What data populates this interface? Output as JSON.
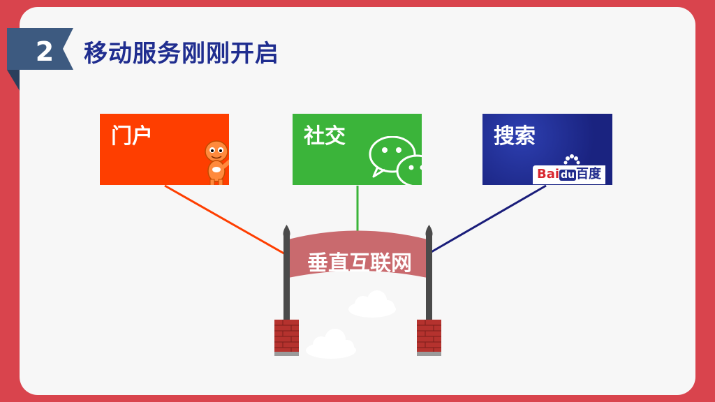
{
  "slide": {
    "section_number": "2",
    "title": "移动服务刚刚开启"
  },
  "cards": [
    {
      "id": "portal",
      "label": "门户",
      "color": "#fe3e00"
    },
    {
      "id": "social",
      "label": "社交",
      "color": "#3bb43a"
    },
    {
      "id": "search",
      "label": "搜索",
      "color": "#1f2a8c"
    }
  ],
  "baidu_logo": {
    "bai": "Bai",
    "du": "du",
    "chinese": "百度"
  },
  "arch": {
    "label": "垂直互联网",
    "color": "#c96a6e"
  },
  "connector_colors": {
    "portal": "#fe3e00",
    "social": "#3bb43a",
    "search": "#1a1d7a"
  }
}
